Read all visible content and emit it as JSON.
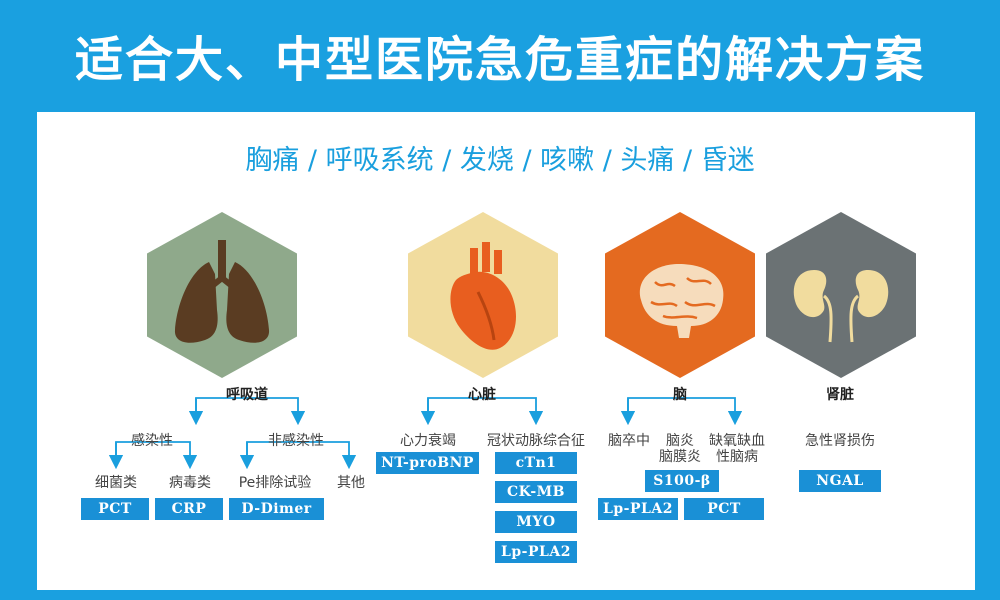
{
  "title": "适合大、中型医院急危重症的解决方案",
  "symptoms": "胸痛 / 呼吸系统 / 发烧 / 咳嗽 / 头痛 / 昏迷",
  "colors": {
    "brand_blue": "#1aa0e0",
    "marker_blue": "#1a90d6",
    "lung_hex": "#8fa98b",
    "heart_hex": "#f1dc9e",
    "brain_hex": "#e46a20",
    "kidney_hex": "#6b7274"
  },
  "icons": [
    "lungs-icon",
    "heart-icon",
    "brain-icon",
    "kidneys-icon"
  ],
  "respiratory": {
    "label": "呼吸道",
    "infectious": "感染性",
    "non_infectious": "非感染性",
    "bacterial": "细菌类",
    "viral": "病毒类",
    "pe_test": "Pe排除试验",
    "other": "其他",
    "markers": [
      "PCT",
      "CRP",
      "D-Dimer"
    ]
  },
  "heart": {
    "label": "心脏",
    "heart_failure": "心力衰竭",
    "acs": "冠状动脉综合征",
    "hf_marker": "NT-proBNP",
    "acs_markers": [
      "cTn1",
      "CK-MB",
      "MYO",
      "Lp-PLA2"
    ]
  },
  "brain": {
    "label": "脑",
    "stroke": "脑卒中",
    "encephalitis": "脑炎",
    "meningitis": "脑膜炎",
    "ischemic_line1": "缺氧缺血",
    "ischemic_line2": "性脑病",
    "s100": "S100-β",
    "markers": [
      "Lp-PLA2",
      "PCT"
    ]
  },
  "kidney": {
    "label": "肾脏",
    "aki": "急性肾损伤",
    "marker": "NGAL"
  }
}
